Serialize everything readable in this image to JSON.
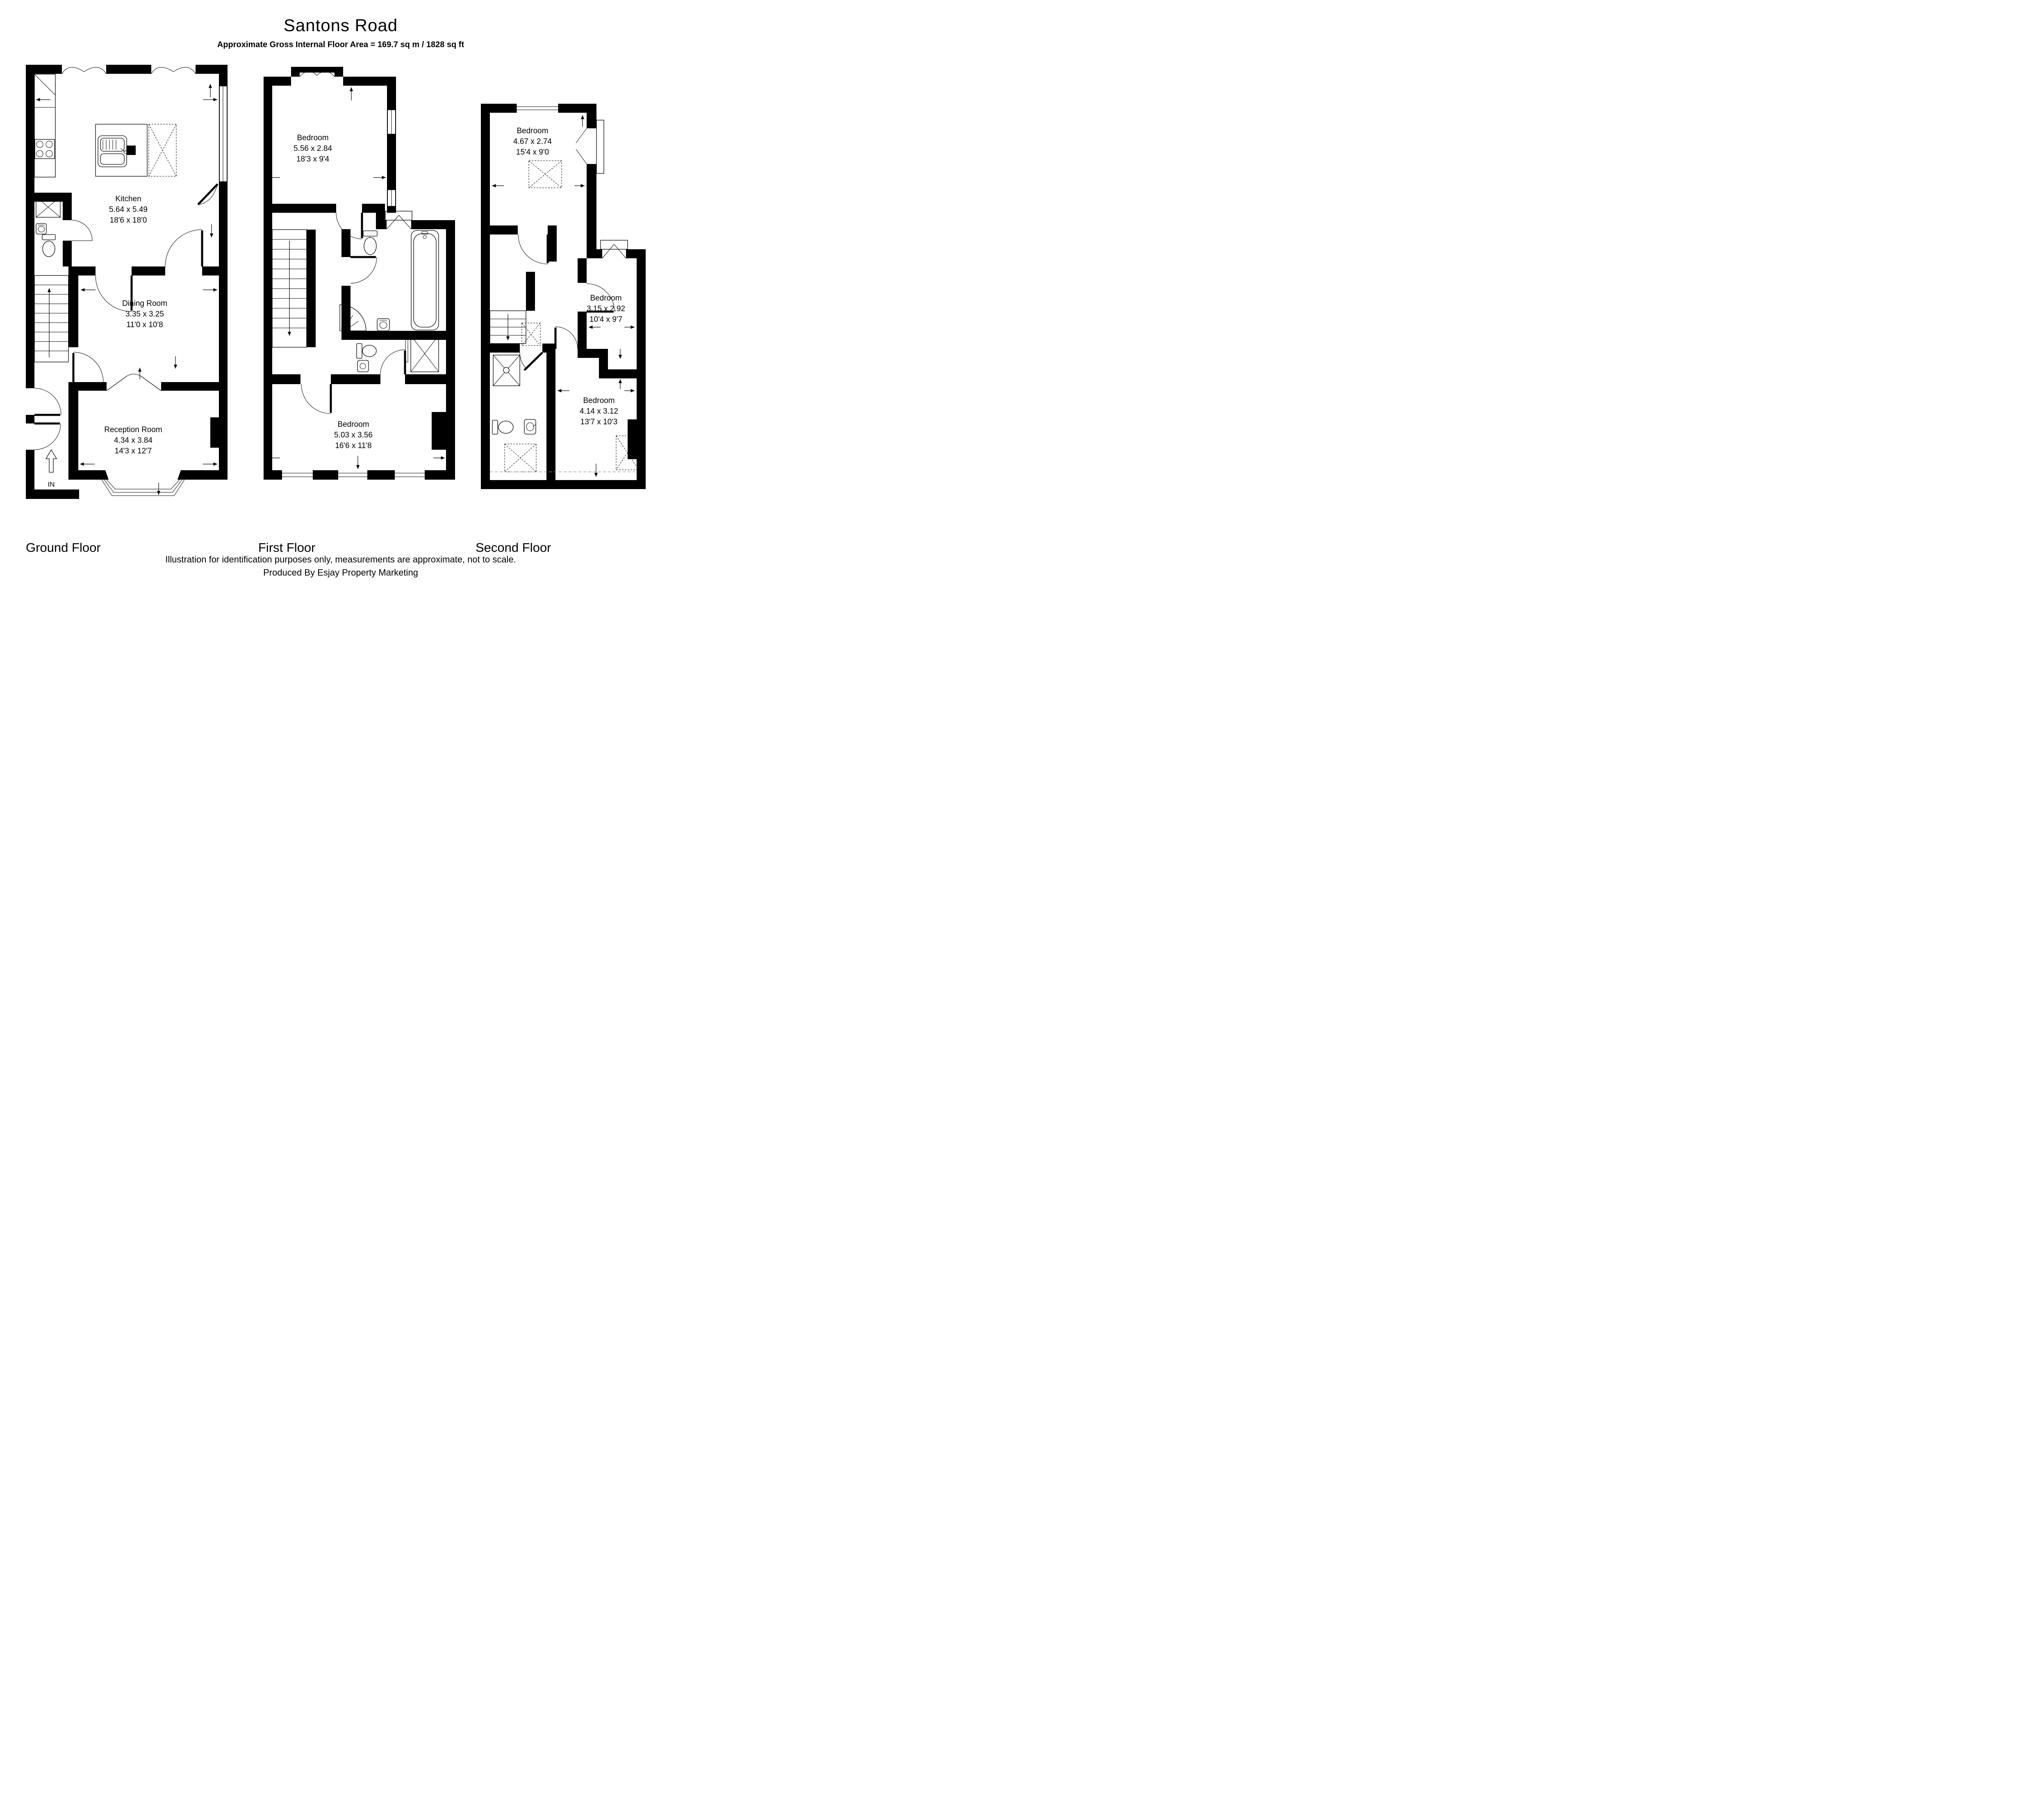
{
  "title": "Santons Road",
  "subtitle": "Approximate Gross Internal Floor Area = 169.7 sq m / 1828 sq ft",
  "floors": [
    {
      "label": "Ground Floor",
      "entrance_label": "IN",
      "rooms": [
        {
          "name": "Kitchen",
          "metric": "5.64 x 5.49",
          "imperial": "18'6 x 18'0"
        },
        {
          "name": "Dining Room",
          "metric": "3.35 x 3.25",
          "imperial": "11'0 x 10'8"
        },
        {
          "name": "Reception Room",
          "metric": "4.34 x 3.84",
          "imperial": "14'3 x 12'7"
        }
      ]
    },
    {
      "label": "First Floor",
      "rooms": [
        {
          "name": "Bedroom",
          "metric": "5.56 x 2.84",
          "imperial": "18'3 x 9'4"
        },
        {
          "name": "Bedroom",
          "metric": "5.03 x 3.56",
          "imperial": "16'6 x 11'8"
        }
      ]
    },
    {
      "label": "Second Floor",
      "rooms": [
        {
          "name": "Bedroom",
          "metric": "4.67 x 2.74",
          "imperial": "15'4 x 9'0"
        },
        {
          "name": "Bedroom",
          "metric": "3.15 x 2.92",
          "imperial": "10'4 x 9'7"
        },
        {
          "name": "Bedroom",
          "metric": "4.14 x 3.12",
          "imperial": "13'7 x 10'3"
        }
      ]
    }
  ],
  "footer": {
    "line1": "Illustration for identification purposes only, measurements are approximate, not to scale.",
    "line2": "Produced By Esjay Property Marketing"
  },
  "colors": {
    "wall": "#000000",
    "background": "#ffffff"
  }
}
